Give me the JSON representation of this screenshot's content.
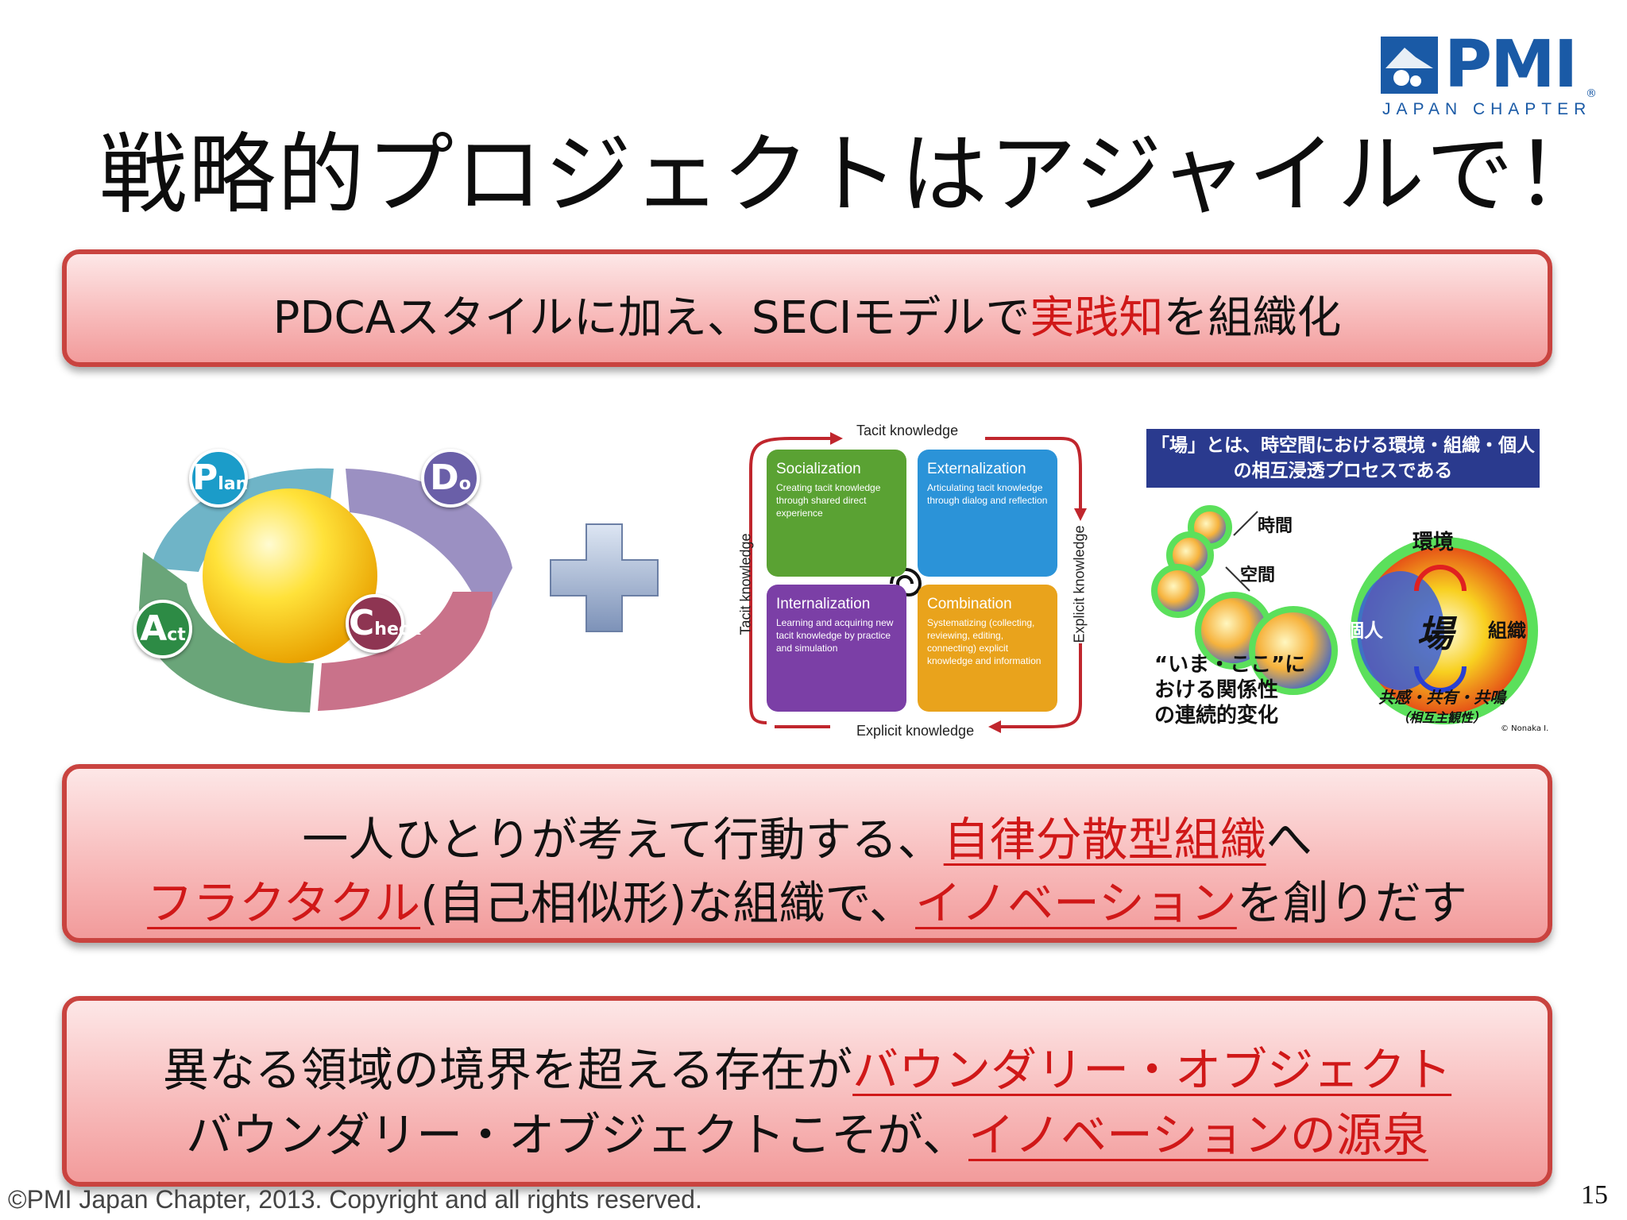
{
  "title": "戦略的プロジェクトはアジャイルで！",
  "logo": {
    "letters": "PMI",
    "subtitle": "JAPAN CHAPTER",
    "reg": "®"
  },
  "box1": {
    "pre": "PDCAスタイルに加え、SECIモデルで",
    "highlight": "実践知",
    "post": "を組織化"
  },
  "box2": {
    "line1_pre": "一人ひとりが考えて行動する、",
    "line1_highlight": "自律分散型組織",
    "line1_post": "へ",
    "line2_h1": "フラクタクル",
    "line2_mid": "(自己相似形)な組織で、",
    "line2_h2": "イノベーション",
    "line2_post": "を創りだす"
  },
  "box3": {
    "line1_pre": "異なる領域の境界を超える存在が",
    "line1_highlight": "バウンダリー・オブジェクト",
    "line2_pre": "バウンダリー・オブジェクトこそが、",
    "line2_highlight": "イノベーションの源泉"
  },
  "pdca": {
    "plan": {
      "cap": "P",
      "rest": "lan"
    },
    "do": {
      "cap": "D",
      "rest": "o"
    },
    "check": {
      "cap": "C",
      "rest": "heck"
    },
    "act": {
      "cap": "A",
      "rest": "ct"
    }
  },
  "seci": {
    "top_label": "Tacit knowledge",
    "bottom_label": "Explicit knowledge",
    "left_label": "Tacit knowledge",
    "right_label": "Explicit knowledge",
    "quadrants": [
      {
        "title": "Socialization",
        "desc": "Creating tacit knowledge through shared direct experience",
        "color": "#5aa233"
      },
      {
        "title": "Externalization",
        "desc": "Articulating tacit knowledge through dialog and reflection",
        "color": "#2b93d8"
      },
      {
        "title": "Internalization",
        "desc": "Learning and acquiring new tacit knowledge by practice and simulation",
        "color": "#7b3fa6"
      },
      {
        "title": "Combination",
        "desc": "Systematizing (collecting, reviewing, editing, connecting) explicit knowledge and information",
        "color": "#e9a31c"
      }
    ]
  },
  "ba": {
    "header_line1": "「場」とは、時空間における環境・組織・個人",
    "header_line2": "の相互浸透プロセスである",
    "time": "時間",
    "space": "空間",
    "here_now_1": "“いま・ここ”に",
    "here_now_2": "おける関係性",
    "here_now_3": "の連続的変化",
    "environment": "環境",
    "individual": "個人",
    "ba": "場",
    "organization": "組織",
    "empathy": "共感・共有・共鳴",
    "intersubjectivity": "（相互主観性）",
    "credit": "© Nonaka I."
  },
  "footer": "©PMI Japan Chapter, 2013. Copyright and all rights reserved.",
  "page_number": "15"
}
